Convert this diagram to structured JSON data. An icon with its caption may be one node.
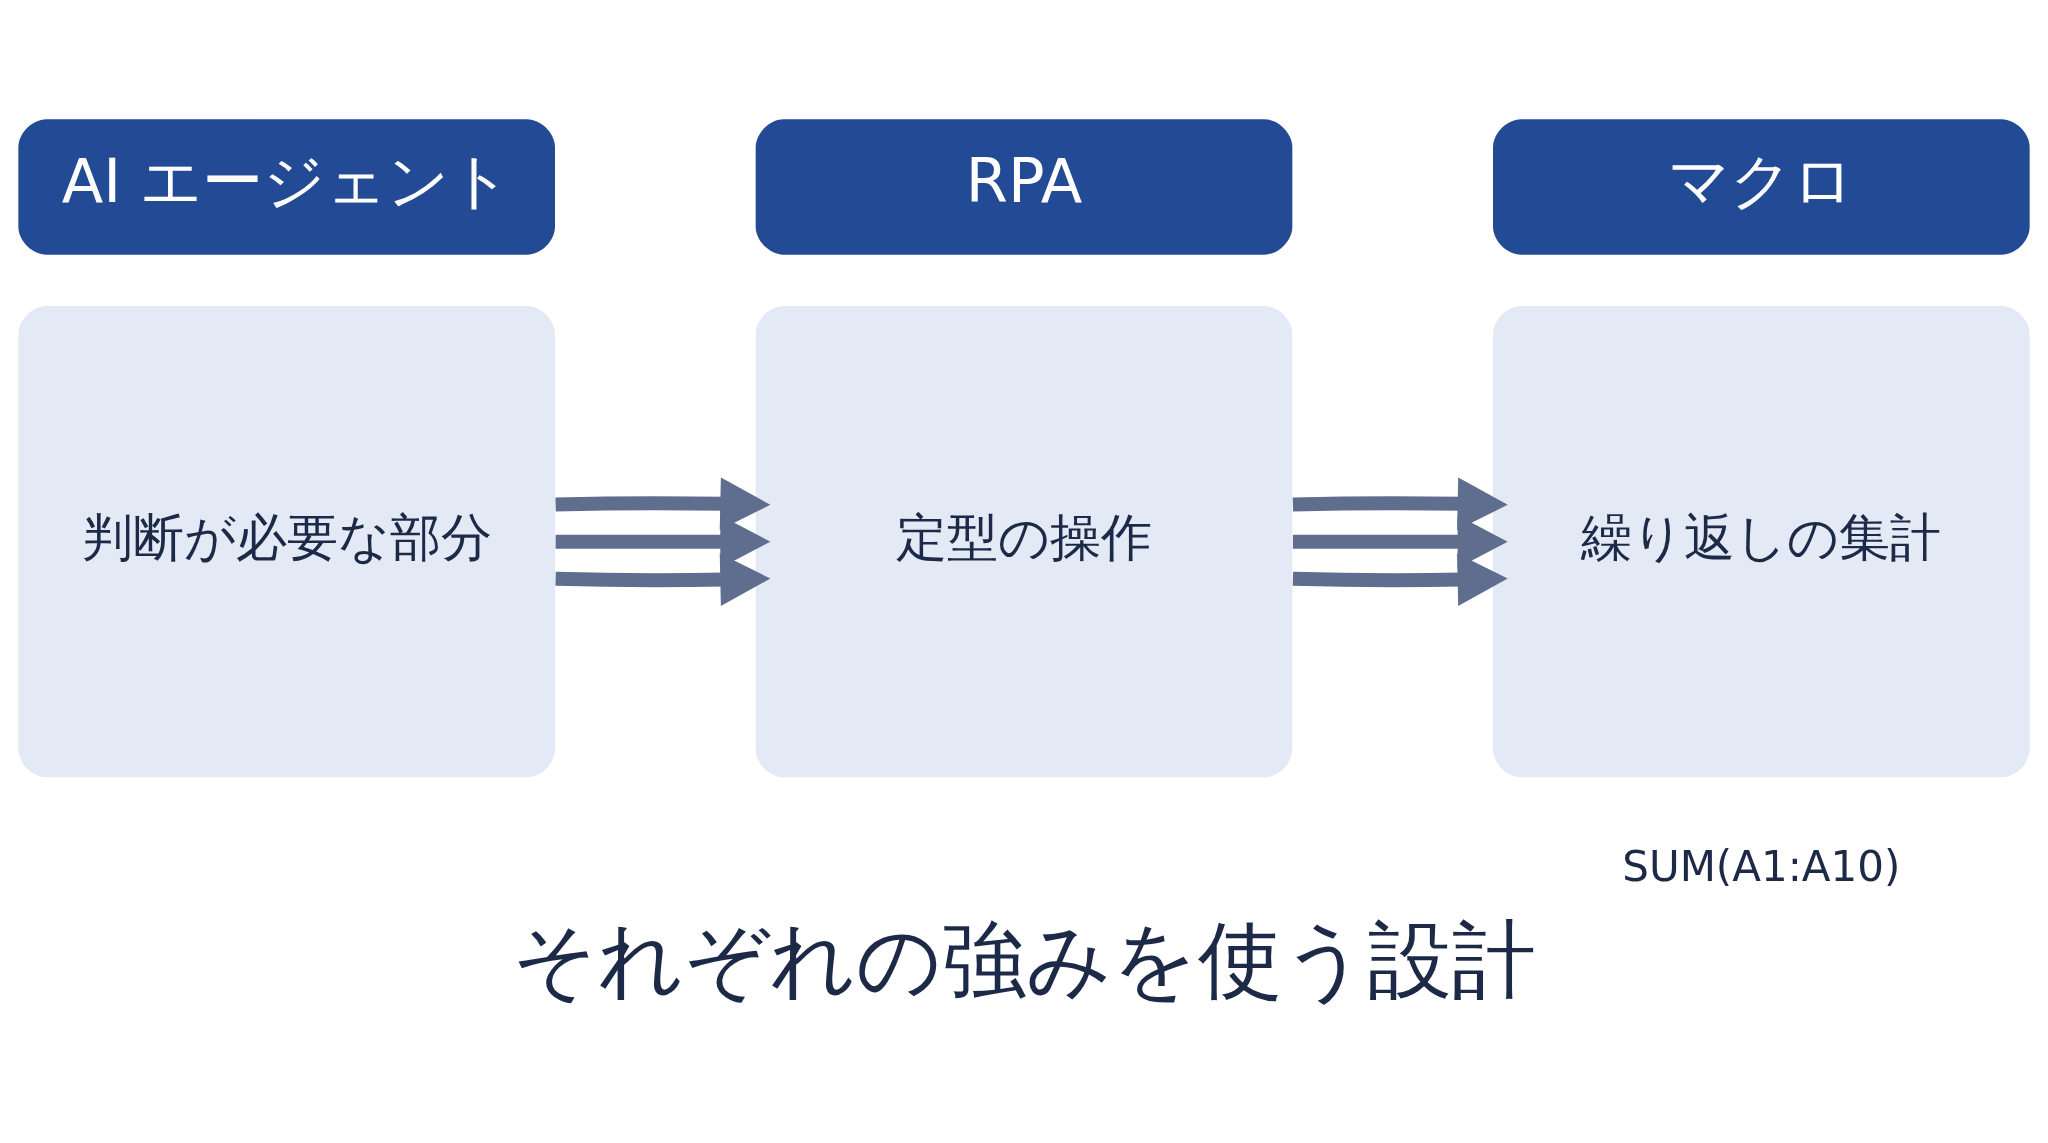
{
  "diagram": {
    "caption": "それぞれの強みを使う設計",
    "nodes": [
      {
        "text": [
          "AI エージェント"
        ]
      },
      {
        "text": [
          "判断が必要な部分"
        ]
      },
      {
        "text": [
          "RPA"
        ]
      },
      {
        "text": [
          "定型の操作"
        ]
      },
      {
        "text": [
          "マクロ"
        ]
      },
      {
        "text": [
          "繰り返しの集計"
        ]
      }
    ],
    "edges": [
      {
        "from": 1,
        "to": 3,
        "arrow": "to"
      },
      {
        "from": 1,
        "to": 3,
        "arrow": "to"
      },
      {
        "from": 1,
        "to": 3,
        "arrow": "to"
      },
      {
        "from": 3,
        "to": 5,
        "arrow": "to"
      },
      {
        "from": 3,
        "to": 5,
        "arrow": "to"
      },
      {
        "from": 3,
        "to": 5,
        "arrow": "to"
      }
    ],
    "labels": [
      "SUM(A1:A10)"
    ]
  }
}
